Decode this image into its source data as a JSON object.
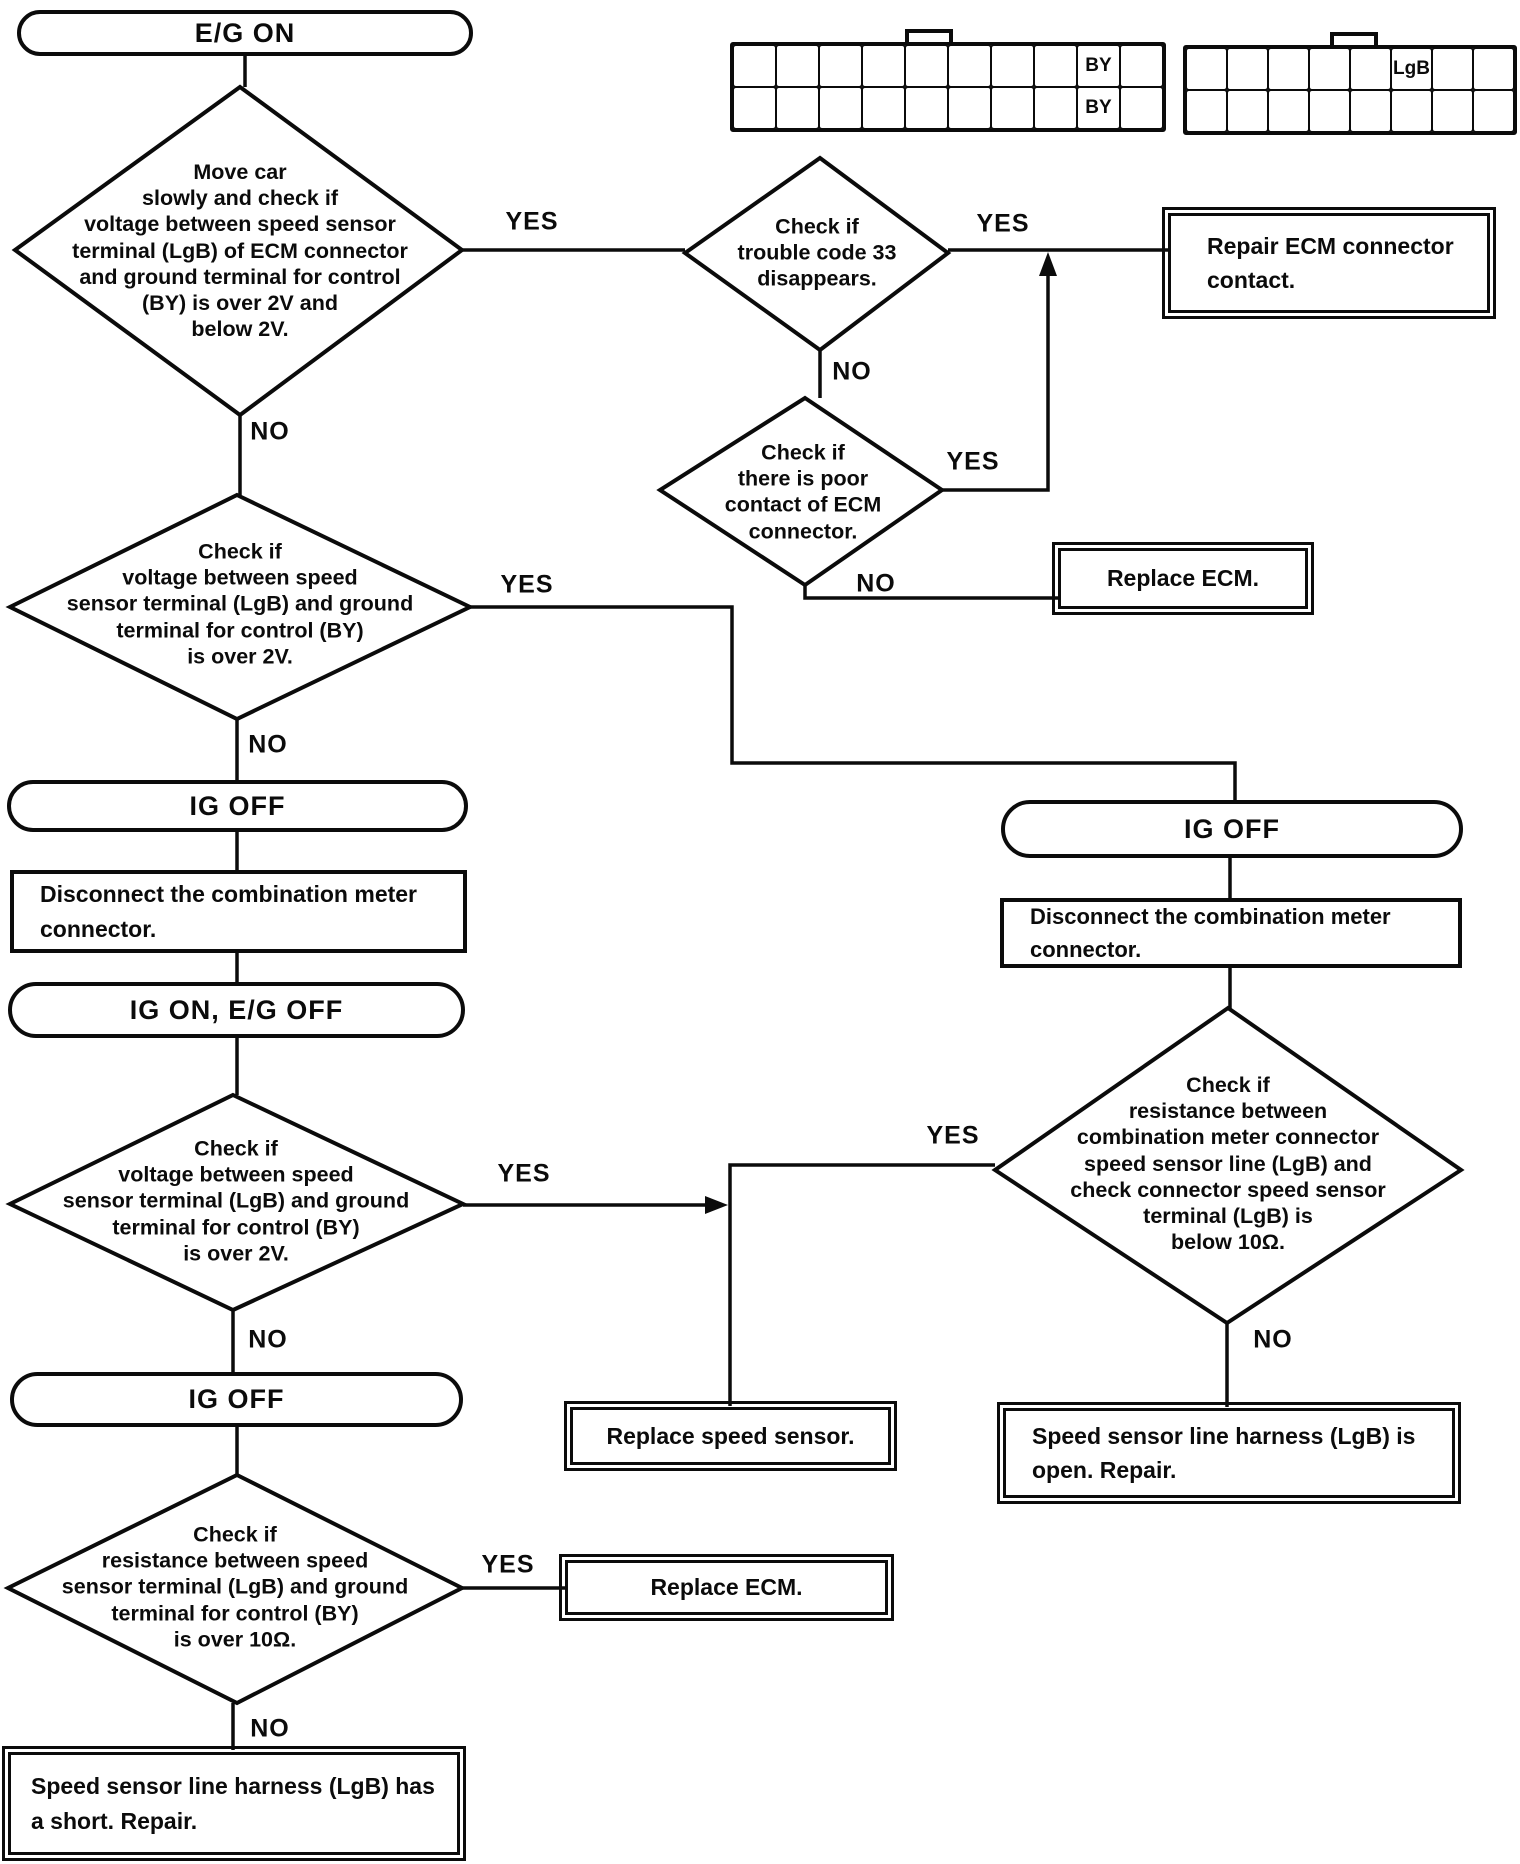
{
  "labels": {
    "yes": "YES",
    "no": "NO"
  },
  "terminals": {
    "eg_on": "E/G ON",
    "ig_off_left": "IG OFF",
    "ig_on_eg_off": "IG ON, E/G OFF",
    "ig_off_left2": "IG OFF",
    "ig_off_right": "IG OFF"
  },
  "decisions": {
    "move_car": "Move car\nslowly and check if\nvoltage between speed sensor\nterminal (LgB) of ECM connector\nand ground terminal for control\n(BY) is over 2V and\nbelow 2V.",
    "code33": "Check if\ntrouble code 33\ndisappears.",
    "poor_contact": "Check if\nthere is poor\ncontact of ECM\nconnector.",
    "voltage_over_2v_a": "Check if\nvoltage between speed\nsensor terminal (LgB) and ground\nterminal for control (BY)\nis over 2V.",
    "voltage_over_2v_b": "Check if\nvoltage between speed\nsensor terminal (LgB) and ground\nterminal for control (BY)\nis over 2V.",
    "resistance_over_10": "Check if\nresistance between speed\nsensor terminal (LgB) and ground\nterminal for control (BY)\nis over 10Ω.",
    "resistance_below_10": "Check if\nresistance between\ncombination meter connector\nspeed sensor line (LgB) and\ncheck connector speed sensor\nterminal (LgB) is\nbelow 10Ω."
  },
  "processes": {
    "disconnect_meter_left": "Disconnect the combination meter\nconnector.",
    "disconnect_meter_right": "Disconnect the combination meter\nconnector."
  },
  "actions": {
    "repair_ecm_connector": "Repair ECM connector\ncontact.",
    "replace_ecm_top": "Replace ECM.",
    "replace_speed_sensor": "Replace speed sensor.",
    "replace_ecm_bottom": "Replace ECM.",
    "harness_short": "Speed sensor line harness (LgB) has\na short. Repair.",
    "harness_open": "Speed sensor line harness (LgB) is\nopen. Repair."
  },
  "connectors": {
    "ecm": {
      "cell_label_row1": "BY",
      "cell_label_row2": "BY"
    },
    "meter": {
      "cell_label": "LgB"
    }
  }
}
